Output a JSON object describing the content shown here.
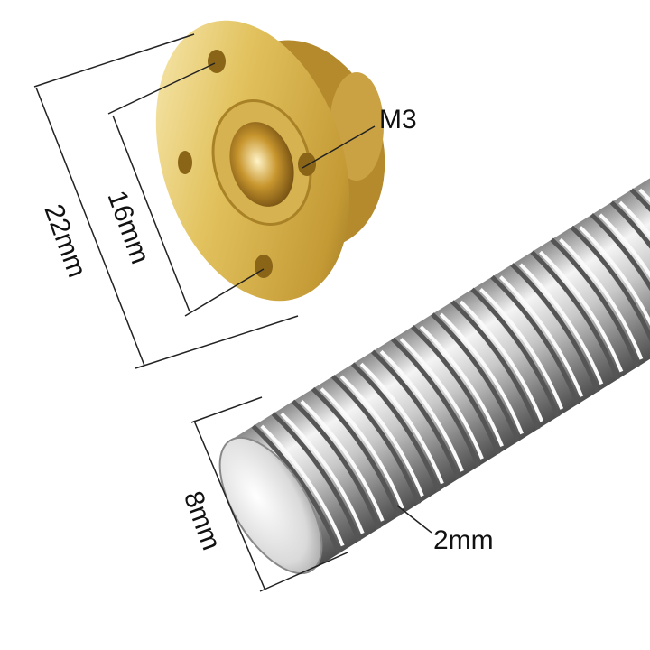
{
  "labels": {
    "outer_diameter": "22mm",
    "hole_spacing": "16mm",
    "screw_hole": "M3",
    "rod_diameter": "8mm",
    "thread_pitch": "2mm"
  },
  "colors": {
    "brass_light": "#f6e7a6",
    "brass_mid": "#d9b54e",
    "brass_dark": "#9c7420",
    "steel_light": "#f2f2f2",
    "steel_mid": "#b5b5b5",
    "steel_dark": "#5e5e5e",
    "dimension_line": "#222222"
  }
}
